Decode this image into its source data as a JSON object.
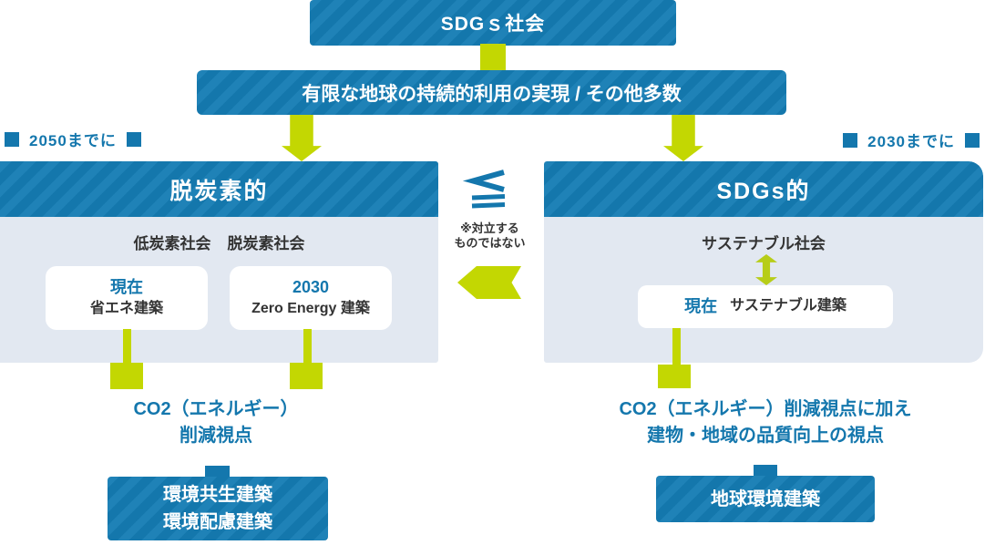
{
  "colors": {
    "primary_blue": "#1477ad",
    "stripe_blue": "#1f82b7",
    "panel_bg": "#e2e8f1",
    "accent_green": "#c3d702",
    "text_dark": "#333333"
  },
  "top_chain": {
    "goal_box": "SDGｓ社会",
    "realization_bar": "有限な地球の持続的利用の実現 / その他多数"
  },
  "deadlines": {
    "left": "2050までに",
    "right": "2030までに"
  },
  "left_panel": {
    "header": "脱炭素的",
    "society_labels": [
      "低炭素社会",
      "脱炭素社会"
    ],
    "cards": [
      {
        "title": "現在",
        "subtitle": "省エネ建築"
      },
      {
        "title": "2030",
        "subtitle": "Zero Energy 建築"
      }
    ],
    "viewpoint": {
      "line1": "CO2（エネルギー）",
      "line2": "削減視点"
    },
    "result_box": {
      "line1": "環境共生建築",
      "line2": "環境配慮建築"
    }
  },
  "right_panel": {
    "header": "SDGs的",
    "society_label": "サステナブル社会",
    "card": {
      "title": "現在",
      "subtitle": "サステナブル建築"
    },
    "viewpoint": {
      "line1": "CO2（エネルギー）削減視点に加え",
      "line2": "建物・地域の品質向上の視点"
    },
    "result_box": {
      "line1": "地球環境建築"
    }
  },
  "center": {
    "inequality_symbol": "≦",
    "note_line1": "※対立する",
    "note_line2": "ものではない"
  }
}
